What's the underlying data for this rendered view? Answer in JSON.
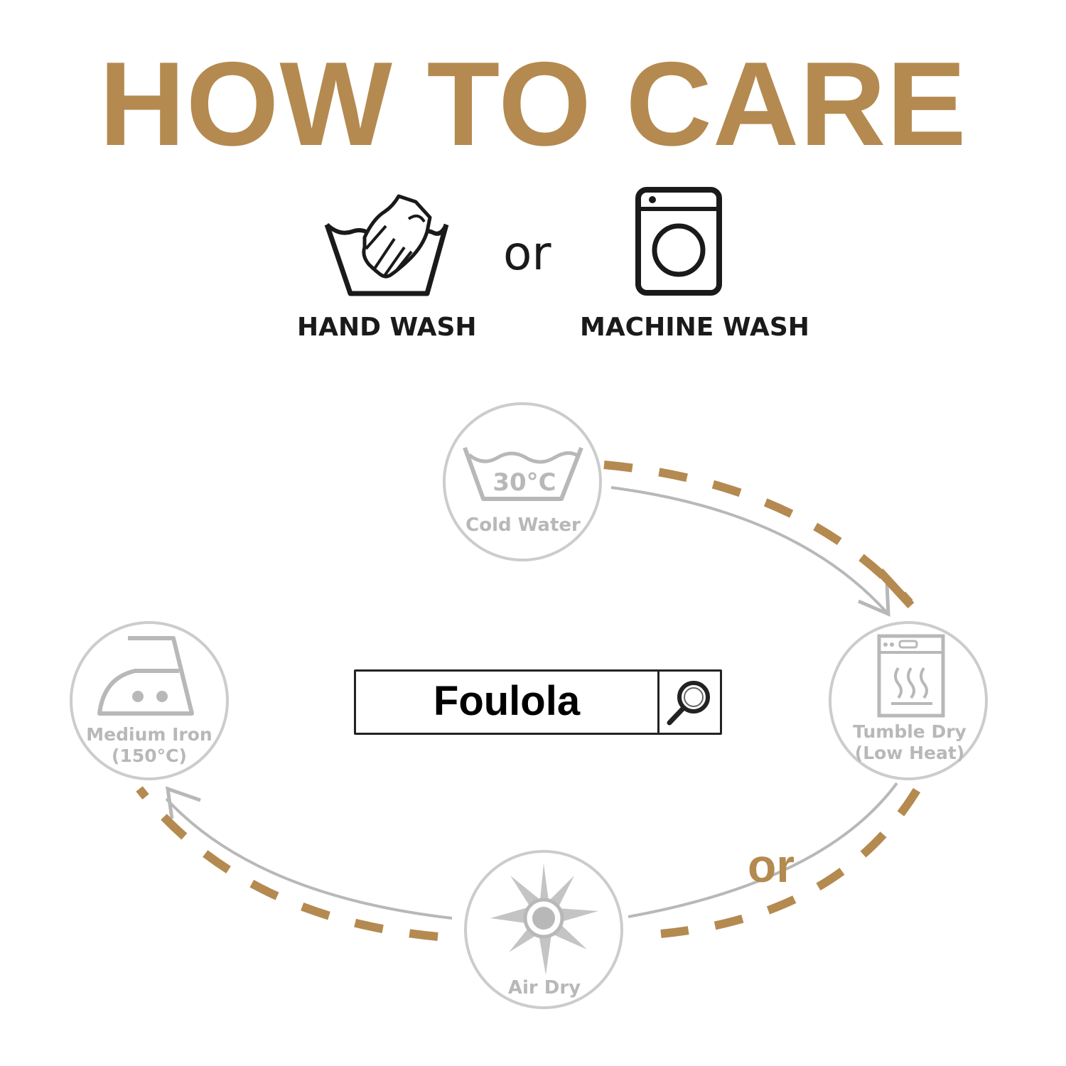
{
  "title": "HOW TO CARE",
  "colors": {
    "gold": "#b48a50",
    "gray": "#b8b8b8",
    "dark": "#1a1a1a"
  },
  "wash_options": {
    "hand_wash_label": "HAND WASH",
    "separator": "or",
    "machine_wash_label": "MACHINE WASH"
  },
  "search": {
    "brand": "Foulola",
    "icon": "magnifier-icon"
  },
  "cycle": {
    "cold_water": {
      "temp": "30°C",
      "label": "Cold Water"
    },
    "tumble_dry": {
      "line1": "Tumble Dry",
      "line2": "(Low Heat)"
    },
    "air_dry": {
      "label": "Air Dry"
    },
    "medium_iron": {
      "line1": "Medium Iron",
      "line2": "(150°C)"
    },
    "or_label": "or"
  }
}
